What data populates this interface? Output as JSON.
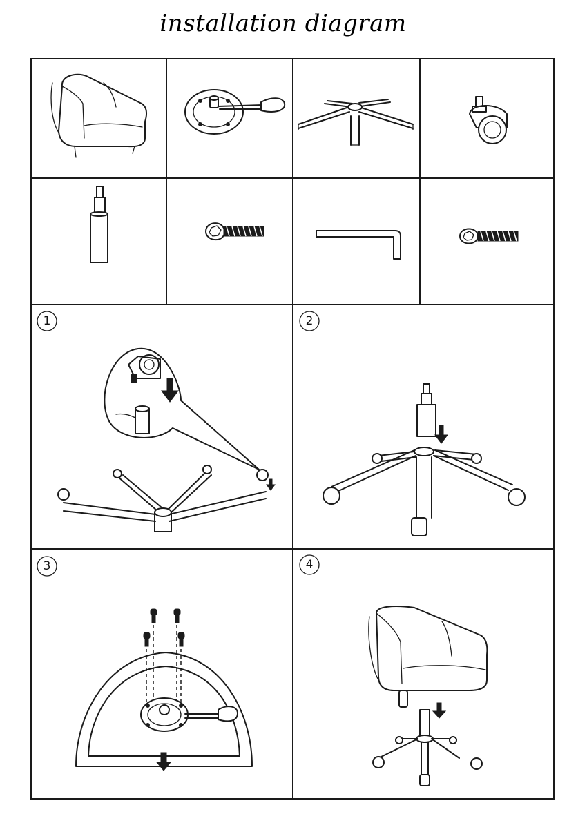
{
  "title": "installation diagram",
  "steps": [
    {
      "number": "1"
    },
    {
      "number": "2"
    },
    {
      "number": "3"
    },
    {
      "number": "4"
    }
  ]
}
